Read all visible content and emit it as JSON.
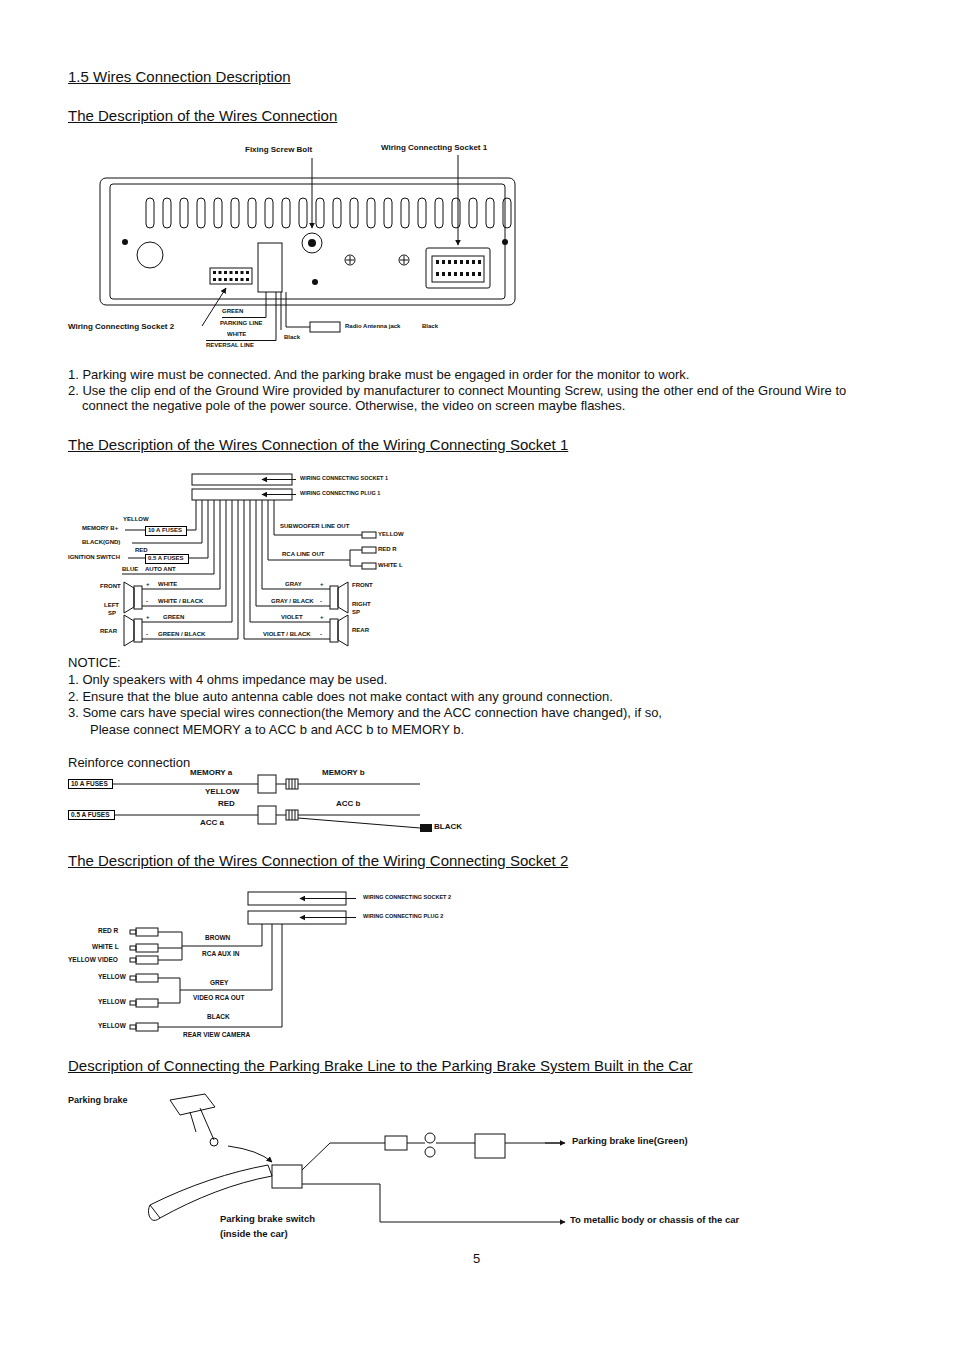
{
  "diagram": {
    "title": "1.5 Wires Connection Description",
    "nodes": [
      {
        "text": [
          "10 A FUSES"
        ]
      },
      {
        "text": [
          "0.5 A FUSES"
        ]
      },
      {
        "text": [
          "10 A FUSES"
        ]
      },
      {
        "text": [
          "0.5 A FUSES"
        ]
      }
    ],
    "labels": [
      "The Description of the Wires Connection",
      "Fixing Screw Bolt",
      "Wiring Connecting Socket 1",
      "GREEN",
      "PARKING LINE",
      "WHITE",
      "REVERSAL LINE",
      "Wiring Connecting Socket 2",
      "Black",
      "Radio Antenna jack",
      "Black",
      "1. Parking wire must be connected. And the parking brake must be engaged in order for the monitor to work.",
      "2. Use the clip end of the Ground Wire provided by manufacturer to connect Mounting Screw, using the other end of the Ground Wire to connect the negative pole of the power source. Otherwise, the video on screen maybe flashes.",
      "The Description of the Wires Connection of the Wiring Connecting Socket 1",
      "WIRING CONNECTING SOCKET 1",
      "WIRING CONNECTING PLUG 1",
      "MEMORY B+",
      "YELLOW",
      "BLACK(GND)",
      "RED",
      "IGNITION SWITCH",
      "BLUE",
      "AUTO ANT",
      "FRONT",
      "+",
      "WHITE",
      "LEFT",
      "SP",
      "-",
      "WHITE / BLACK",
      "REAR",
      "+",
      "GREEN",
      "-",
      "GREEN / BLACK",
      "SUBWOOFER LINE OUT",
      "YELLOW",
      "RED R",
      "RCA LINE OUT",
      "WHITE L",
      "GRAY",
      "+",
      "FRONT",
      "GRAY / BLACK",
      "-",
      "RIGHT",
      "SP",
      "VIOLET",
      "+",
      "REAR",
      "VIOLET / BLACK",
      "-",
      "NOTICE:",
      "1. Only speakers with 4 ohms impedance may be used.",
      "2. Ensure that the blue auto antenna cable does not make contact with any ground connection.",
      "3. Some cars have special wires connection(the Memory and the ACC connection have changed), if so,",
      "Please connect MEMORY a to ACC b and ACC b to MEMORY b.",
      "Reinforce connection",
      "MEMORY a",
      "MEMORY b",
      "YELLOW",
      "RED",
      "ACC b",
      "ACC a",
      "BLACK",
      "The Description of the Wires Connection of the Wiring Connecting Socket 2",
      "WIRING CONNECTING SOCKET 2",
      "WIRING CONNECTING PLUG 2",
      "RED R",
      "WHITE L",
      "YELLOW VIDEO",
      "BROWN",
      "RCA AUX IN",
      "YELLOW",
      "GREY",
      "YELLOW",
      "VIDEO RCA OUT",
      "BLACK",
      "YELLOW",
      "REAR VIEW CAMERA",
      "Description of Connecting the Parking Brake Line to the Parking Brake System Built in the Car",
      "Parking brake",
      "Parking brake line(Green)",
      "Parking brake switch",
      "(inside the car)",
      "To metallic body or chassis of the car",
      "5"
    ]
  }
}
